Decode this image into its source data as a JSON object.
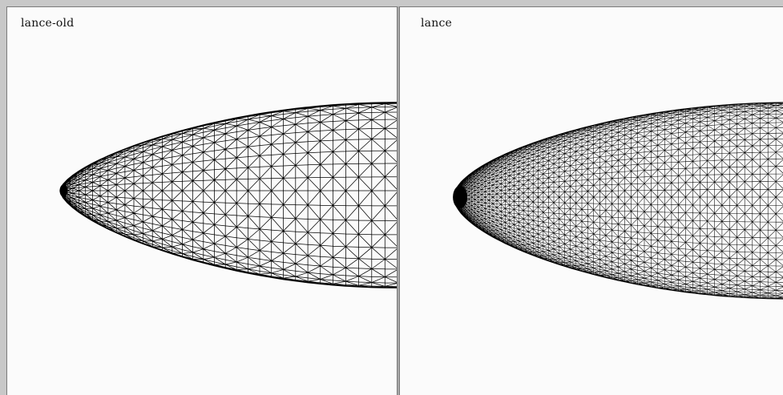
{
  "panels": [
    {
      "id": "left",
      "label": "lance-old",
      "mesh_density": "coarse",
      "color": "#000000"
    },
    {
      "id": "right",
      "label": "lance",
      "mesh_density": "fine",
      "color": "#000000"
    }
  ],
  "colors": {
    "background": "#fbfbfb",
    "frame": "#7a7a7a",
    "mesh": "#000000"
  }
}
